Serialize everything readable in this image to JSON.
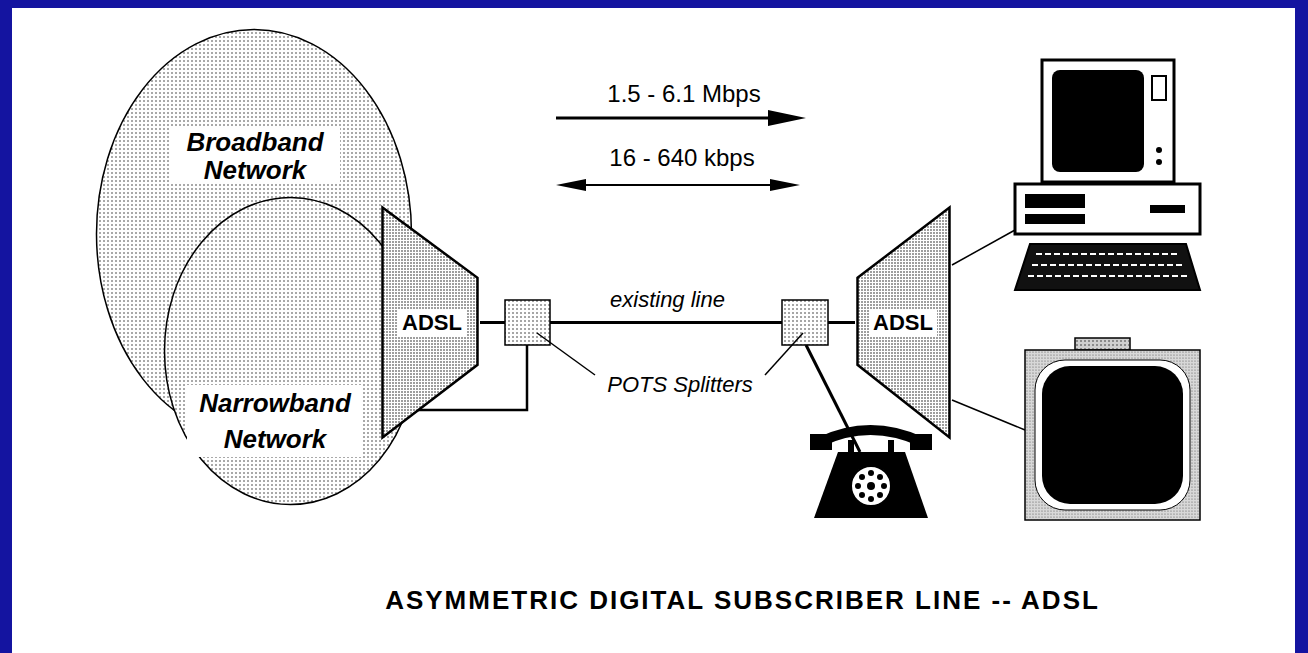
{
  "diagram": {
    "caption": "ASYMMETRIC DIGITAL SUBSCRIBER LINE -- ADSL",
    "nodes": [
      {
        "text": [
          "Broadband Network"
        ]
      },
      {
        "text": [
          "Narrowband Network"
        ]
      },
      {
        "text": [
          "ADSL"
        ]
      },
      {
        "text": [
          "ADSL"
        ]
      }
    ],
    "edges": [
      {
        "from": 2,
        "to": 3,
        "label": "existing line",
        "arrow": "none"
      }
    ],
    "labels": [
      "1.5 - 6.1 Mbps",
      "16 - 640 kbps",
      "POTS Splitters"
    ]
  }
}
